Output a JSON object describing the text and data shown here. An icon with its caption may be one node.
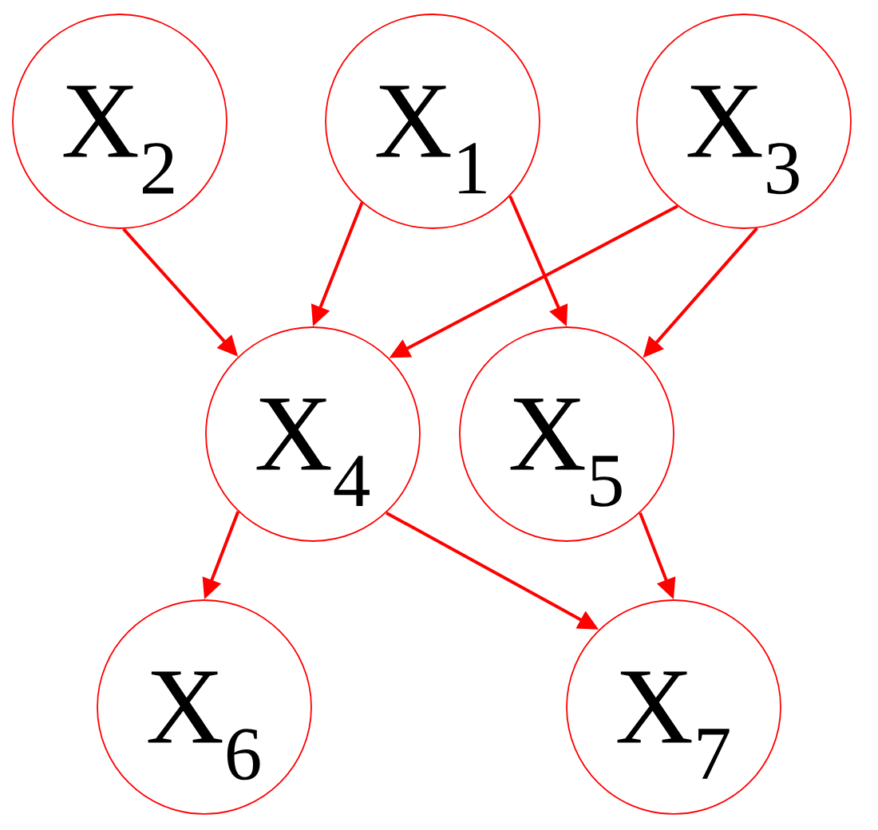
{
  "diagram": {
    "nodes": [
      {
        "text": [
          "X$_{2}$"
        ]
      },
      {
        "text": [
          "X$_{1}$"
        ]
      },
      {
        "text": [
          "X$_{3}$"
        ]
      },
      {
        "text": [
          "X$_{4}$"
        ]
      },
      {
        "text": [
          "X$_{5}$"
        ]
      },
      {
        "text": [
          "X$_{6}$"
        ]
      },
      {
        "text": [
          "X$_{7}$"
        ]
      }
    ],
    "edges": [
      {
        "from": 0,
        "to": 3,
        "arrow": "to"
      },
      {
        "from": 1,
        "to": 3,
        "arrow": "to"
      },
      {
        "from": 1,
        "to": 4,
        "arrow": "to"
      },
      {
        "from": 2,
        "to": 3,
        "arrow": "to"
      },
      {
        "from": 2,
        "to": 4,
        "arrow": "to"
      },
      {
        "from": 3,
        "to": 5,
        "arrow": "to"
      },
      {
        "from": 3,
        "to": 6,
        "arrow": "to"
      },
      {
        "from": 4,
        "to": 6,
        "arrow": "to"
      }
    ]
  }
}
